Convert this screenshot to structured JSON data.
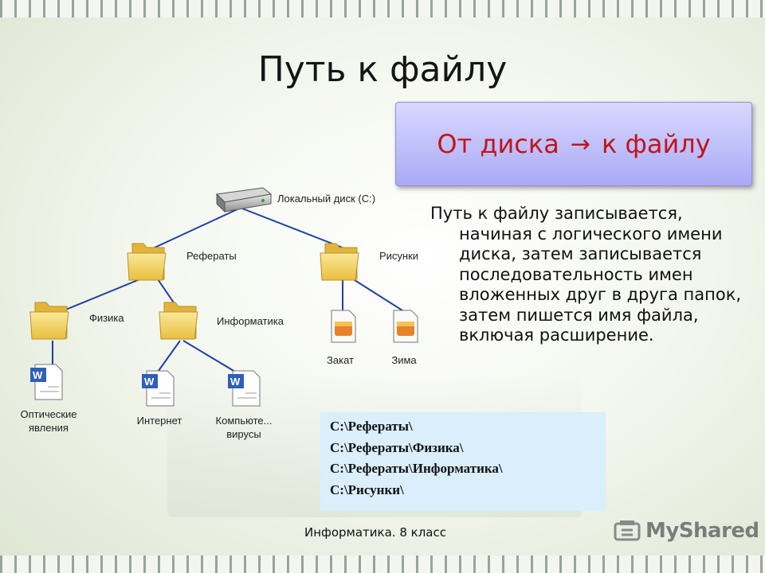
{
  "slide": {
    "title": "Путь к файлу",
    "callout": {
      "left": "От диска",
      "arrow": "→",
      "right": "к файлу"
    },
    "description": "Путь к файлу записывается, начиная с логического имени диска, затем записывается последовательность имен вложенных друг в друга папок, затем пишется имя файла, включая расширение.",
    "paths": [
      "С:\\Рефераты\\",
      "С:\\Рефераты\\Физика\\",
      "С:\\Рефераты\\Информатика\\",
      "С:\\Рисунки\\"
    ],
    "footer": "Информатика. 8 класс",
    "logo": "MyShared"
  },
  "tree": {
    "disk": "Локальный диск (C:)",
    "folders": [
      "Рефераты",
      "Рисунки",
      "Физика",
      "Информатика"
    ],
    "files": {
      "zakat": "Закат",
      "zima": "Зима",
      "optics_line1": "Оптические",
      "optics_line2": "явления",
      "internet": "Интернет",
      "viruses_line1": "Компьюте...",
      "viruses_line2": "вирусы"
    }
  },
  "colors": {
    "callout_text": "#c0151b",
    "callout_bg": "#aaaaf6",
    "paths_bg": "#daeefc",
    "folder": "#f5d870"
  }
}
